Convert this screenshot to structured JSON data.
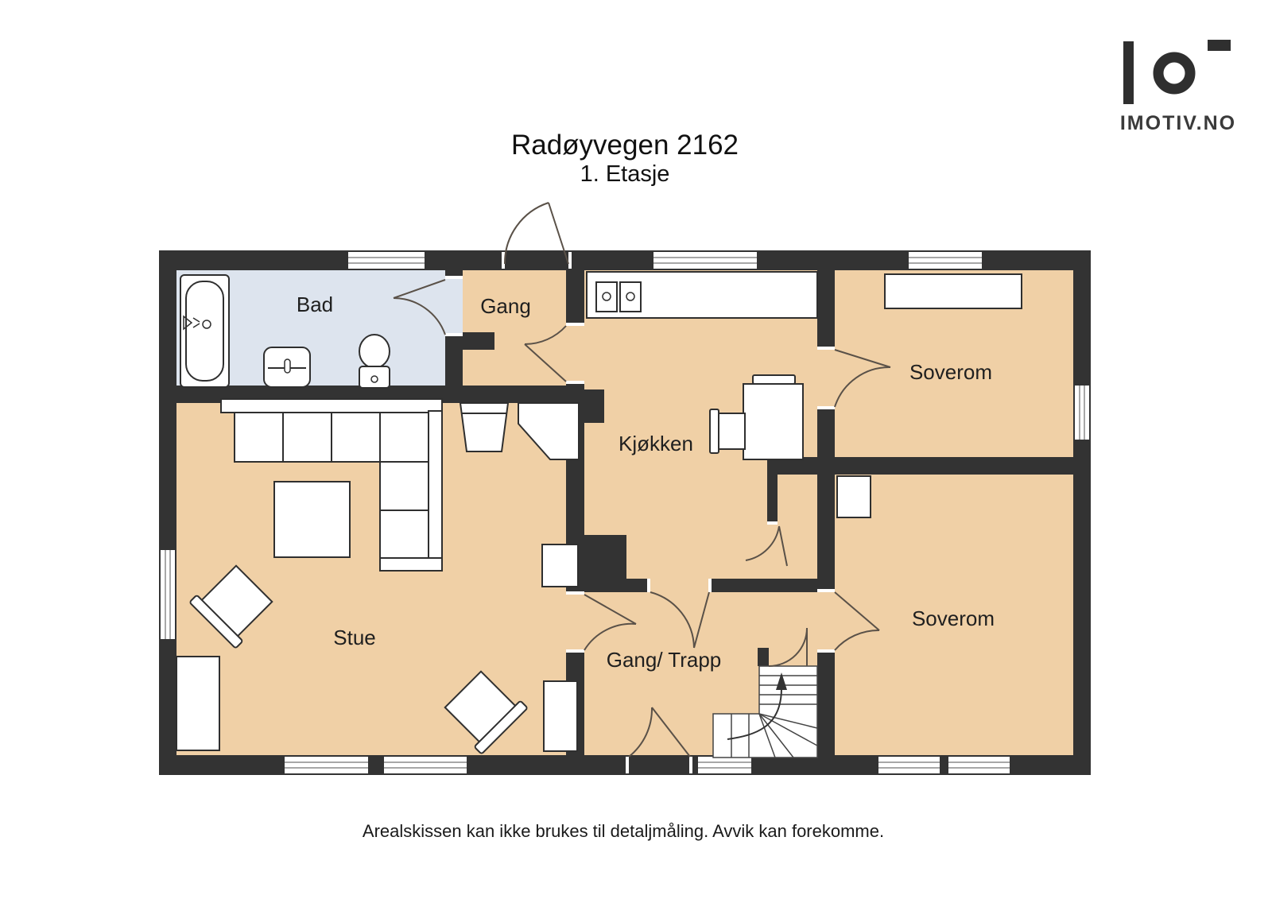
{
  "page": {
    "title": "Radøyvegen 2162",
    "subtitle": "1. Etasje",
    "disclaimer": "Arealskissen kan ikke brukes til detaljmåling. Avvik kan forekomme."
  },
  "logo": {
    "text": "IMOTIV.NO"
  },
  "rooms": {
    "bad": "Bad",
    "gang": "Gang",
    "kjokken": "Kjøkken",
    "soverom_ne": "Soverom",
    "soverom_se": "Soverom",
    "stue": "Stue",
    "gang_trapp": "Gang/ Trapp"
  },
  "colors": {
    "wall": "#333333",
    "floor_tan": "#f0d0a6",
    "floor_bath": "#dde4ee",
    "furniture": "#ffffff",
    "door_arc": "#5a5148"
  }
}
